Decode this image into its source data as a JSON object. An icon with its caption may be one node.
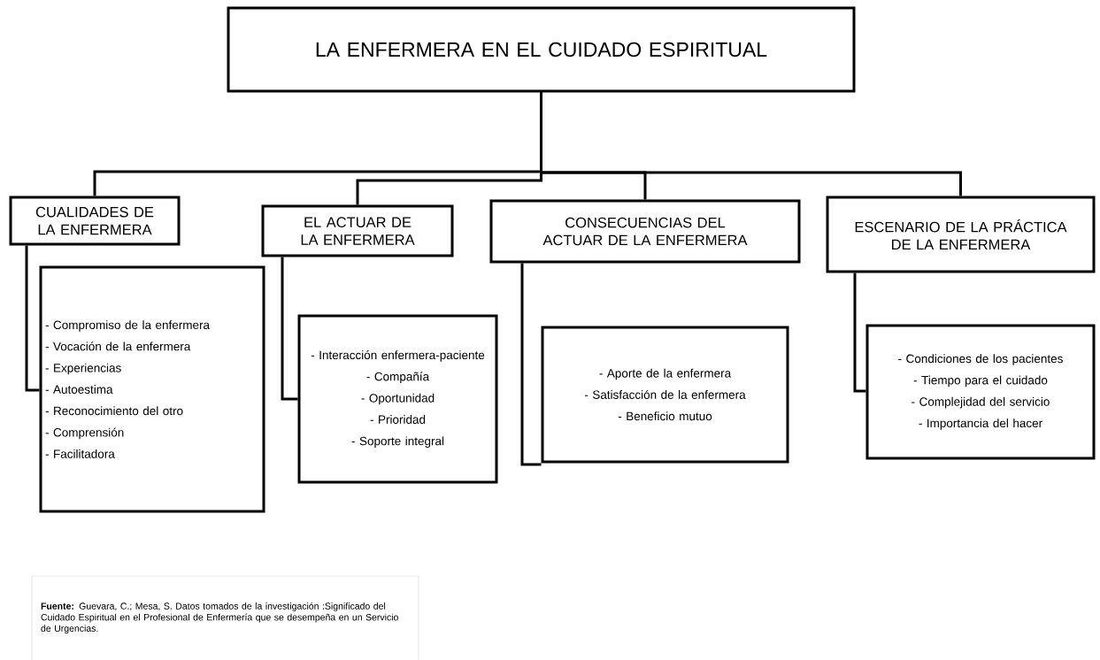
{
  "diagram": {
    "nodes": [
      {
        "text": [
          "LA ENFERMERA EN EL CUIDADO ESPIRITUAL"
        ]
      },
      {
        "text": [
          "CUALIDADES DE LA ENFERMERA"
        ]
      },
      {
        "text": [
          "EL ACTUAR  DE LA ENFERMERA"
        ]
      },
      {
        "text": [
          "CONSECUENCIAS DEL ACTUAR DE LA ENFERMERA"
        ]
      },
      {
        "text": [
          "ESCENARIO DE LA PRÁCTICA DE LA ENFERMERA"
        ]
      },
      {
        "text": [
          "- Compromiso de la enfermera",
          "- Vocación de la enfermera",
          "- Experiencias",
          "- Autoestima",
          "- Reconocimiento del otro",
          "- Comprensión",
          "- Facilitadora"
        ]
      },
      {
        "text": [
          "- Interacción enfermera-paciente",
          "- Compañía",
          "- Oportunidad",
          "- Prioridad",
          "- Soporte integral"
        ]
      },
      {
        "text": [
          "- Aporte de la enfermera",
          "- Satisfacción de la enfermera",
          "- Beneficio mutuo"
        ]
      },
      {
        "text": [
          "- Condiciones de los pacientes",
          "- Tiempo para el cuidado",
          "- Complejidad del servicio",
          "- Importancia del hacer"
        ]
      },
      {
        "text": [
          "**Fuente:** Guevara, C.; Mesa, S. Datos tomados de la investigación :Significado del Cuidado Espiritual en el Profesional de Enfermería que se desempeña en un Servicio de Urgencias."
        ]
      }
    ],
    "edges": [
      {
        "from": 0,
        "to": 1,
        "arrow": "none"
      },
      {
        "from": 0,
        "to": 2,
        "arrow": "none"
      },
      {
        "from": 0,
        "to": 3,
        "arrow": "none"
      },
      {
        "from": 0,
        "to": 4,
        "arrow": "none"
      },
      {
        "from": 1,
        "to": 5,
        "arrow": "none"
      },
      {
        "from": 2,
        "to": 6,
        "arrow": "none"
      },
      {
        "from": 3,
        "to": 7,
        "arrow": "none"
      },
      {
        "from": 4,
        "to": 8,
        "arrow": "none"
      }
    ]
  }
}
